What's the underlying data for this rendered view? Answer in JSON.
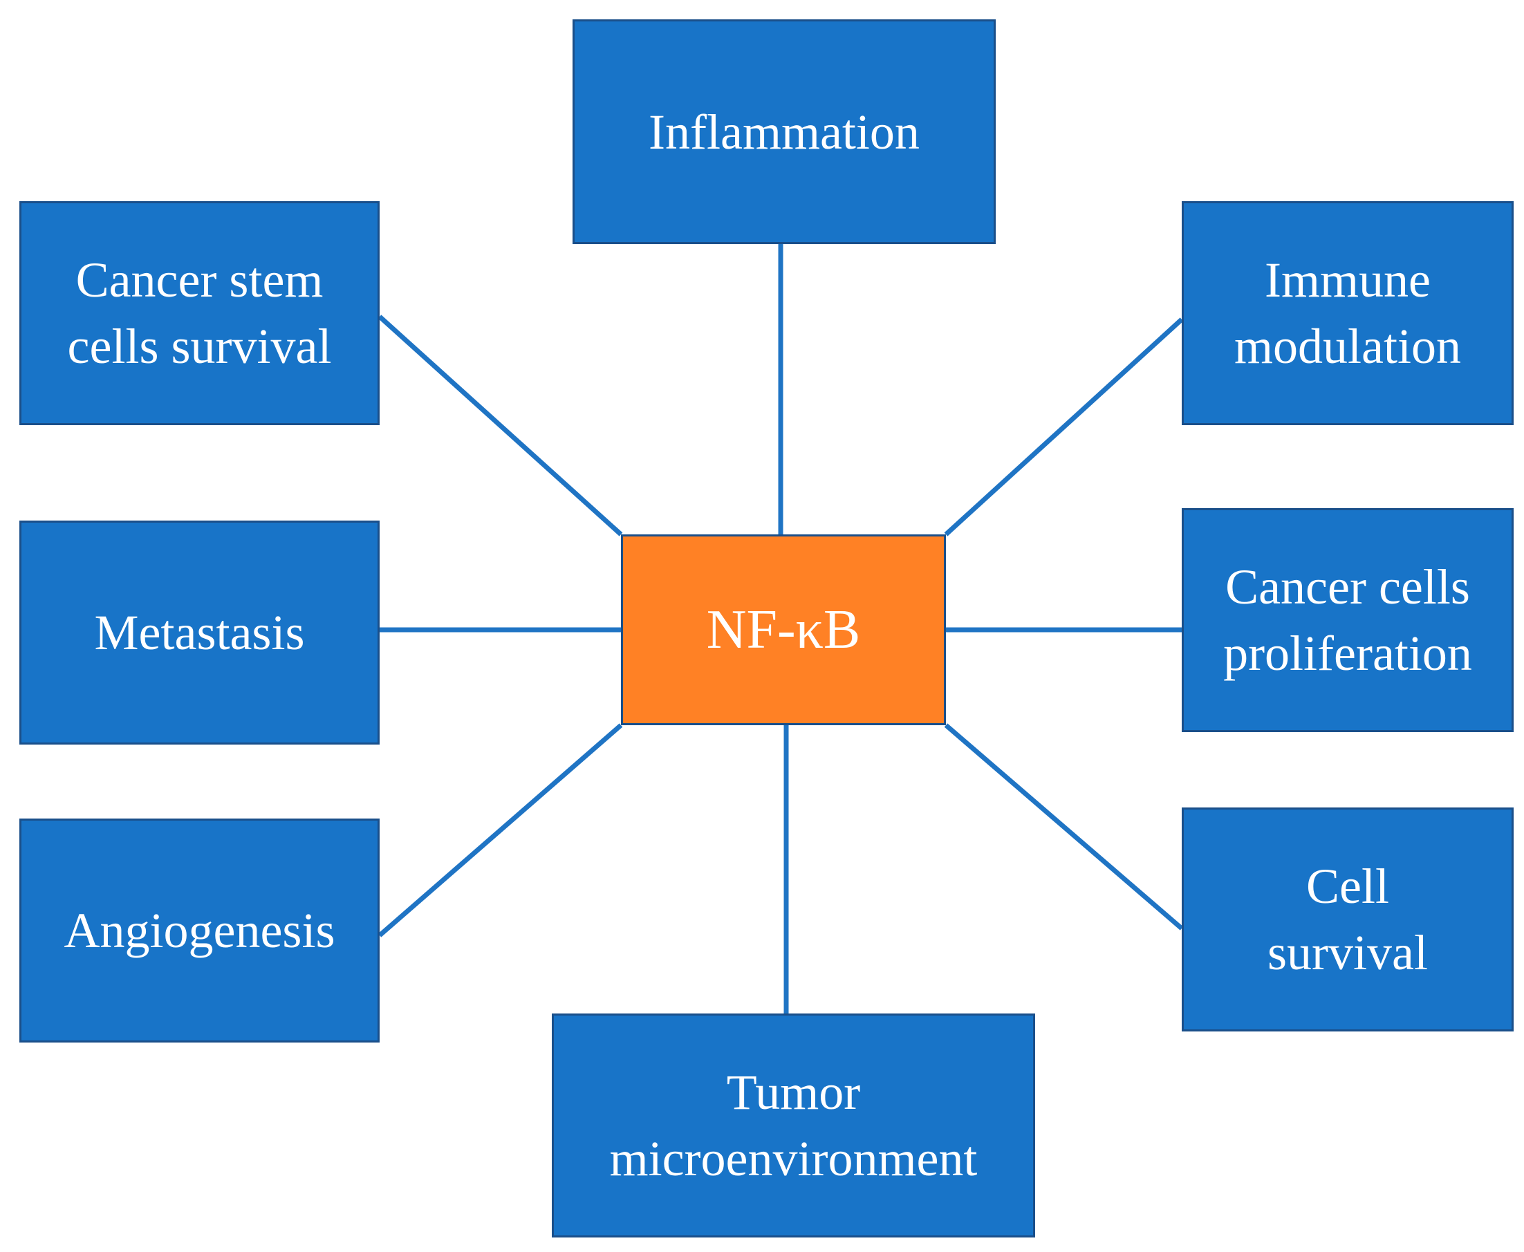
{
  "diagram": {
    "center": {
      "label": "NF-κB"
    },
    "colors": {
      "outer_fill": "#1874c8",
      "center_fill": "#ff8125",
      "connector": "#1f74c4",
      "border": "#1a4f8a",
      "text": "#ffffff"
    },
    "nodes": {
      "inflammation": {
        "lines": [
          "Inflammation"
        ]
      },
      "immune_modulation": {
        "lines": [
          "Immune",
          "modulation"
        ]
      },
      "cancer_cells_proliferation": {
        "lines": [
          "Cancer cells",
          "proliferation"
        ]
      },
      "cell_survival": {
        "lines": [
          "Cell",
          "survival"
        ]
      },
      "tumor_microenvironment": {
        "lines": [
          "Tumor",
          "microenvironment"
        ]
      },
      "angiogenesis": {
        "lines": [
          "Angiogenesis"
        ]
      },
      "metastasis": {
        "lines": [
          "Metastasis"
        ]
      },
      "cancer_stem_cells_survival": {
        "lines": [
          "Cancer stem",
          "cells survival"
        ]
      }
    }
  }
}
